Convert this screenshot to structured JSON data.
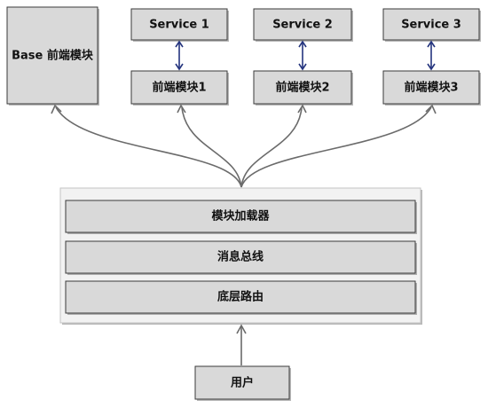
{
  "modules": {
    "base": "Base 前端模块",
    "services": [
      "Service 1",
      "Service 2",
      "Service 3"
    ],
    "frontends": [
      "前端模块1",
      "前端模块2",
      "前端模块3"
    ]
  },
  "container": {
    "layers": [
      "模块加载器",
      "消息总线",
      "底层路由"
    ]
  },
  "user": "用户",
  "colors": {
    "box_fill": "#d9d9d9",
    "container_fill": "#f2f2f2",
    "link_color": "#24347e",
    "arrow_color": "#6b6b6b"
  }
}
